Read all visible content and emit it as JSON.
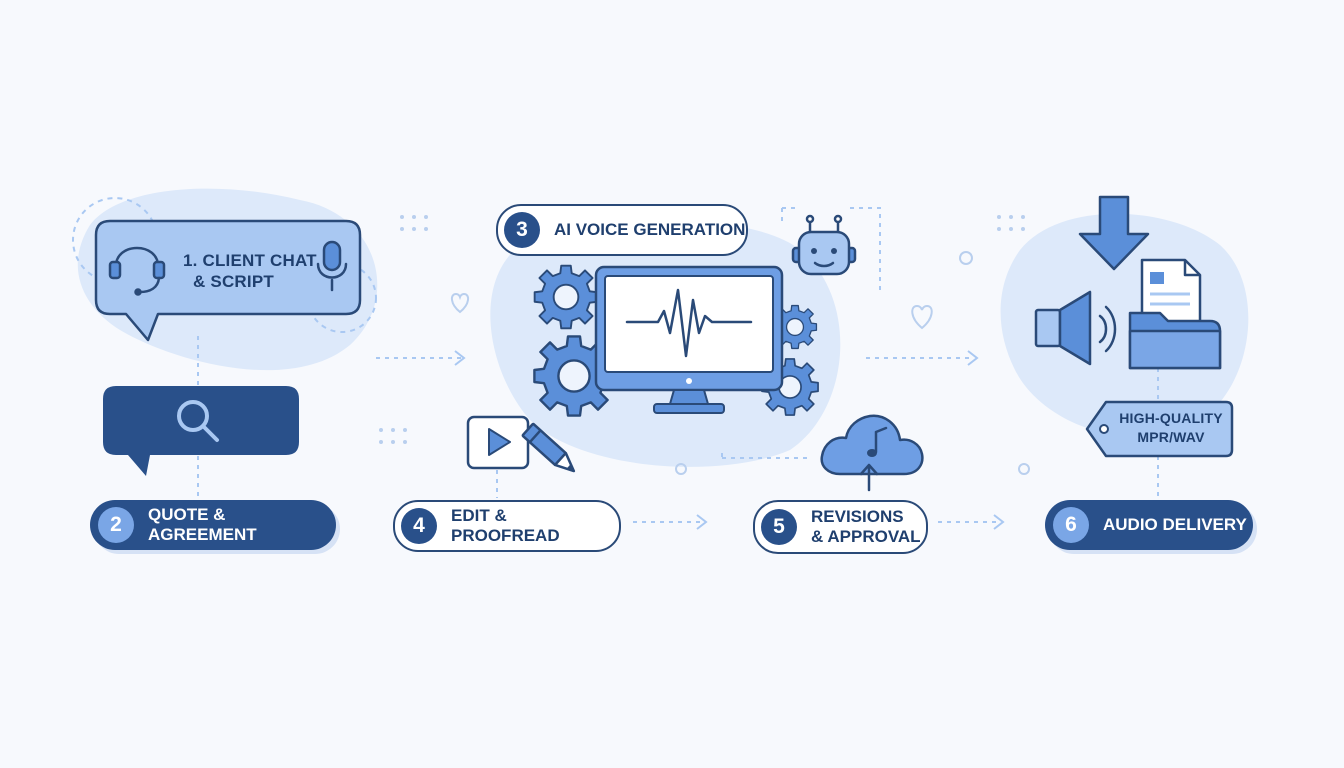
{
  "steps": {
    "step1": {
      "label_line1": "1. CLIENT CHAT",
      "label_line2": "& SCRIPT"
    },
    "step2": {
      "number": "2",
      "label": "QUOTE & AGREEMENT"
    },
    "step3": {
      "number": "3",
      "label": "AI VOICE GENERATION"
    },
    "step4": {
      "number": "4",
      "label": "EDIT & PROOFREAD"
    },
    "step5": {
      "number": "5",
      "label_line1": "REVISIONS",
      "label_line2": "& APPROVAL"
    },
    "step6": {
      "number": "6",
      "label": "AUDIO DELIVERY"
    }
  },
  "tag": {
    "line1": "HIGH-QUALITY",
    "line2": "MPR/WAV"
  },
  "icons": [
    "headset-icon",
    "microphone-icon",
    "search-icon",
    "gear-icon",
    "monitor-icon",
    "waveform-icon",
    "robot-icon",
    "video-play-icon",
    "pencil-icon",
    "cloud-music-icon",
    "download-arrow-icon",
    "speaker-icon",
    "document-icon",
    "folder-icon",
    "heart-icon"
  ],
  "colors": {
    "navy": "#29508a",
    "mid_blue": "#5b8fd9",
    "light_blue": "#a9c8f2",
    "blob": "#dde9fa",
    "outline": "#2a4a78"
  }
}
